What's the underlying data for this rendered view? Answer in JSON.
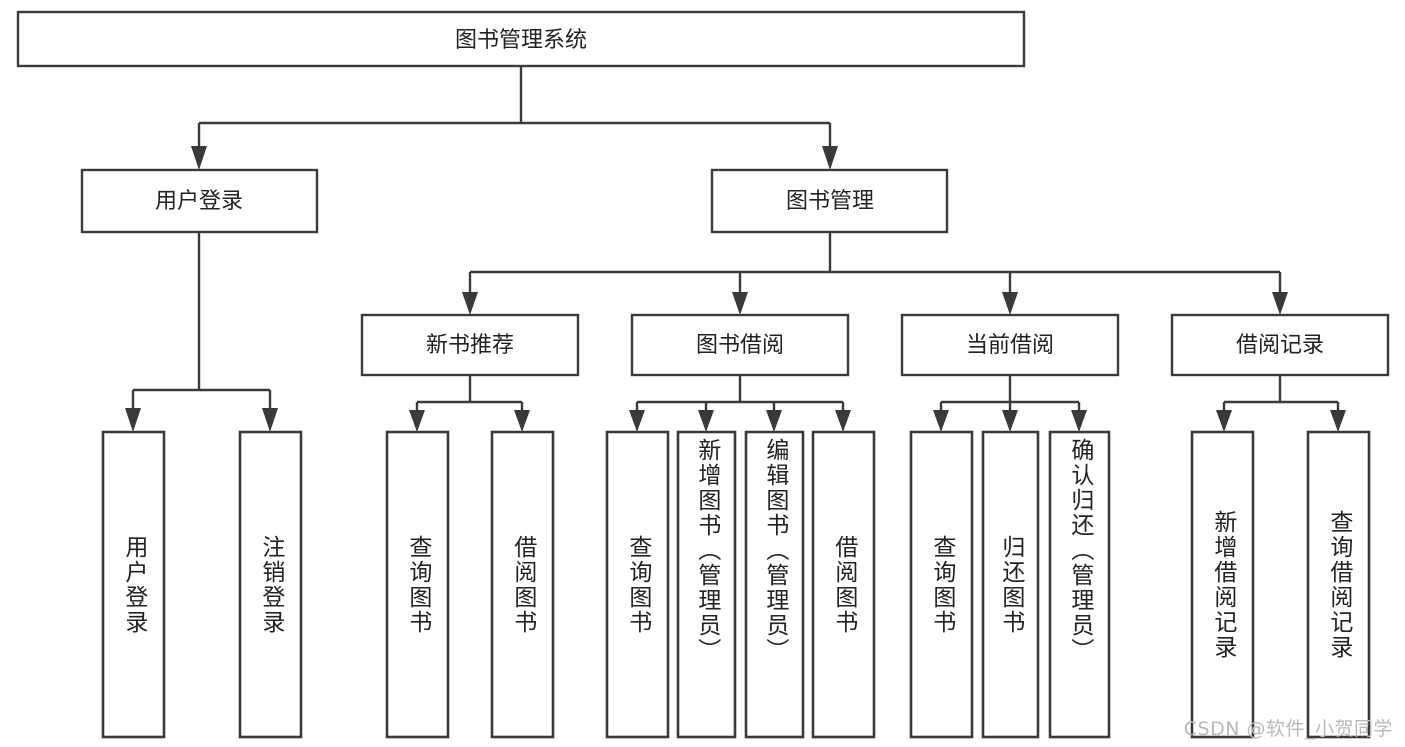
{
  "diagram": {
    "title": "图书管理系统",
    "type": "tree-hierarchy-diagram",
    "orientation": "top-down",
    "colors": {
      "box_stroke": "#3a3a3a",
      "box_fill": "#ffffff",
      "connector": "#3a3a3a",
      "text": "#222222",
      "watermark": "#b9b9b9",
      "background": "#ffffff"
    }
  },
  "root": {
    "label": "图书管理系统"
  },
  "level2": [
    {
      "label": "用户登录"
    },
    {
      "label": "图书管理"
    }
  ],
  "level3": [
    {
      "label": "新书推荐"
    },
    {
      "label": "图书借阅"
    },
    {
      "label": "当前借阅"
    },
    {
      "label": "借阅记录"
    }
  ],
  "leaves": {
    "user_login": [
      {
        "label": "用户登录"
      },
      {
        "label": "注销登录"
      }
    ],
    "new_book_recommend": [
      {
        "label": "查询图书"
      },
      {
        "label": "借阅图书"
      }
    ],
    "book_borrow": [
      {
        "label": "查询图书"
      },
      {
        "label": "新增图书（管理员）"
      },
      {
        "label": "编辑图书（管理员）"
      },
      {
        "label": "借阅图书"
      }
    ],
    "current_borrow": [
      {
        "label": "查询图书"
      },
      {
        "label": "归还图书"
      },
      {
        "label": "确认归还（管理员）"
      }
    ],
    "borrow_records": [
      {
        "label": "新增借阅记录"
      },
      {
        "label": "查询借阅记录"
      }
    ]
  },
  "watermark": {
    "text": "CSDN @软件_小贺同学"
  }
}
